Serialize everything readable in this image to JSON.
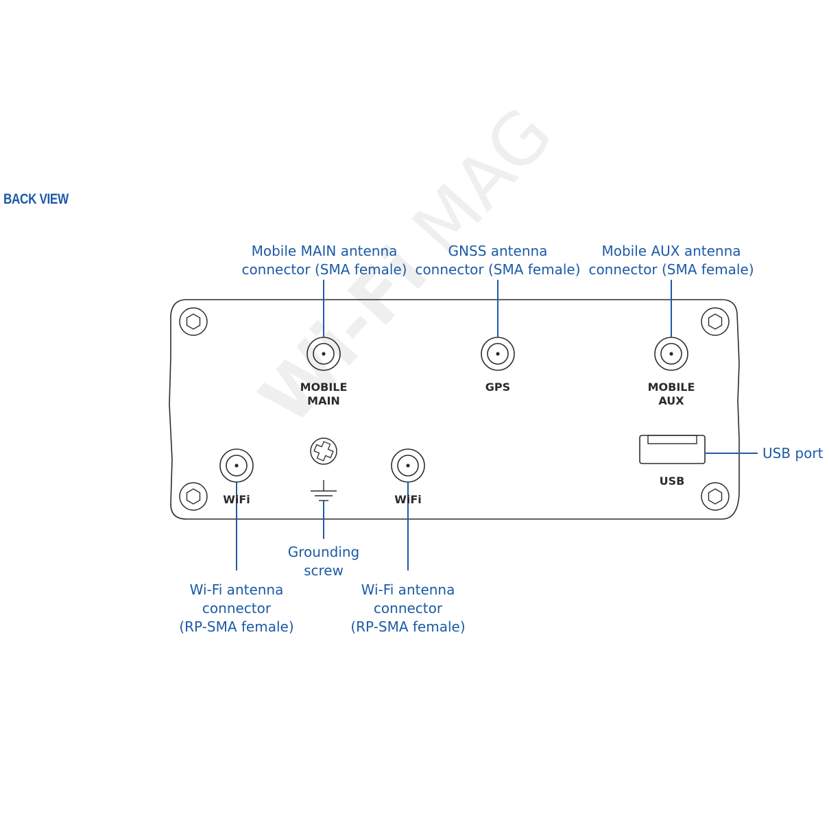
{
  "section_title": "BACK VIEW",
  "colors": {
    "accent": "#1c5aa6",
    "outline": "#2b2b2b",
    "watermark": "#efefef",
    "background": "#ffffff"
  },
  "callouts": {
    "mobile_main": [
      "Mobile MAIN antenna",
      "connector (SMA female)"
    ],
    "gnss": [
      "GNSS antenna",
      "connector (SMA female)"
    ],
    "mobile_aux": [
      "Mobile AUX antenna",
      "connector (SMA female)"
    ],
    "usb_port": [
      "USB port"
    ],
    "grounding": [
      "Grounding",
      "screw"
    ],
    "wifi_left": [
      "Wi-Fi antenna",
      "connector",
      "(RP-SMA female)"
    ],
    "wifi_right": [
      "Wi-Fi antenna",
      "connector",
      "(RP-SMA female)"
    ]
  },
  "panel_labels": {
    "mobile_main": [
      "MOBILE",
      "MAIN"
    ],
    "gps": [
      "GPS"
    ],
    "mobile_aux": [
      "MOBILE",
      "AUX"
    ],
    "usb": [
      "USB"
    ],
    "wifi_left": [
      "WiFi"
    ],
    "wifi_right": [
      "WiFi"
    ]
  },
  "watermark": {
    "part1": "Wi-Fi",
    "part2": " MAG"
  },
  "icons": {
    "mounting_screw": "hex-screw-icon",
    "sma_connector": "sma-connector-icon",
    "ground": "ground-symbol-icon",
    "usb": "usb-port-icon"
  }
}
